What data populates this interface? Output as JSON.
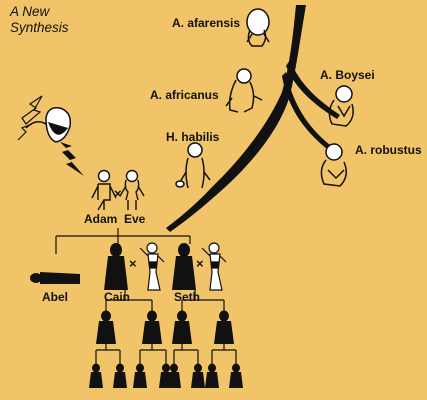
{
  "title": {
    "line1": "A New",
    "line2": "Synthesis"
  },
  "hominids": {
    "afarensis": "A. afarensis",
    "africanus": "A. africanus",
    "boysei": "A. Boysei",
    "habilis": "H. habilis",
    "robustus": "A. robustus"
  },
  "people": {
    "adam": "Adam",
    "eve": "Eve",
    "abel": "Abel",
    "cain": "Cain",
    "seth": "Seth"
  },
  "symbols": {
    "union": "×"
  },
  "colors": {
    "background": "#f2c46a",
    "ink": "#111111",
    "flesh": "#ffffff"
  }
}
